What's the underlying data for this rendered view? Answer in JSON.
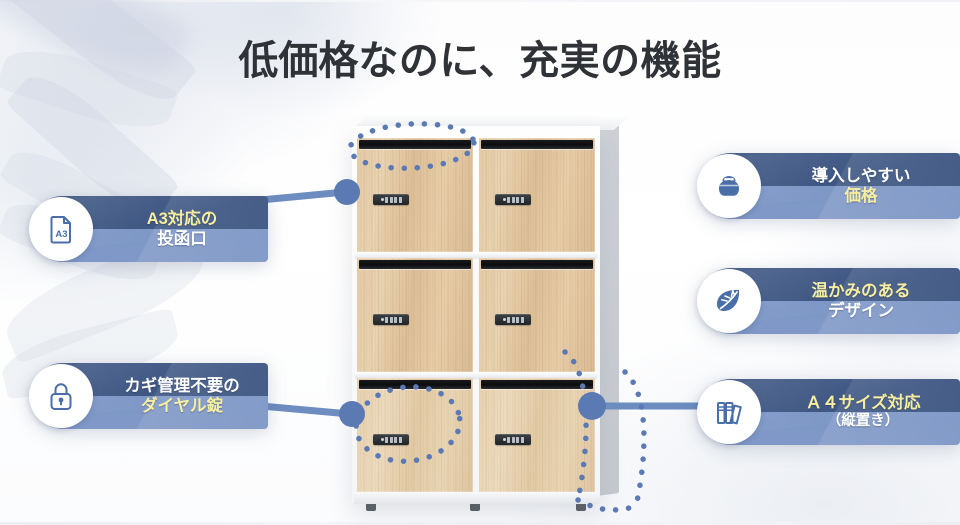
{
  "page": {
    "title": "低価格なのに、充実の機能",
    "title_emphasis": "低価格",
    "background_color": "#ffffff",
    "accent_dark": "#3c5582",
    "accent_light": "#7d97c6",
    "accent_yellow": "#f7eea0"
  },
  "badges": [
    {
      "id": "a3-slot",
      "icon": "document-a3-icon",
      "icon_label": "A3",
      "line1": "A3対応の",
      "line1_color": "#f7eea0",
      "line2": "投函口",
      "line2_color": "#ffffff"
    },
    {
      "id": "dial-lock",
      "icon": "lock-icon",
      "line1": "カギ管理不要の",
      "line1_color": "#ffffff",
      "line2": "ダイヤル錠",
      "line2_color": "#f7eea0"
    },
    {
      "id": "price",
      "icon": "wallet-icon",
      "line1": "導入しやすい",
      "line1_color": "#ffffff",
      "line2": "価格",
      "line2_color": "#f7eea0"
    },
    {
      "id": "design",
      "icon": "leaf-icon",
      "line1": "温かみのある",
      "line1_color": "#f7eea0",
      "line2": "デザイン",
      "line2_color": "#ffffff"
    },
    {
      "id": "a4-size",
      "icon": "books-icon",
      "line1": "Ａ４サイズ対応",
      "line1_color": "#f7eea0",
      "line2": "（縦置き）",
      "line2_color": "#ffffff"
    }
  ],
  "product": {
    "name": "locker-cabinet",
    "rows": 3,
    "columns": 2,
    "door_count": 6,
    "door_material_color": "#e4c9a4",
    "body_color": "#f4f5f7",
    "slot_color": "#0c0d0f"
  }
}
